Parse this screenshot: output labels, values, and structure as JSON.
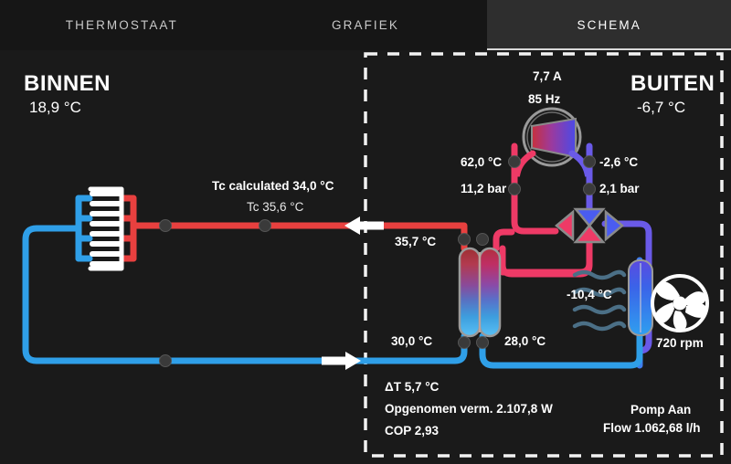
{
  "tabs": [
    {
      "label": "THERMOSTAAT",
      "active": false
    },
    {
      "label": "GRAFIEK",
      "active": false
    },
    {
      "label": "SCHEMA",
      "active": true
    }
  ],
  "indoor": {
    "title": "BINNEN",
    "temperature": "18,9 °C"
  },
  "outdoor": {
    "title": "BUITEN",
    "temperature": "-6,7 °C"
  },
  "compressor": {
    "current": "7,7 A",
    "frequency": "85 Hz"
  },
  "refrigerant": {
    "discharge_temp": "62,0 °C",
    "discharge_pressure": "11,2 bar",
    "suction_temp": "-2,6 °C",
    "suction_pressure": "2,1 bar",
    "evaporator_temp": "-10,4 °C"
  },
  "water": {
    "flow_temp_label": "35,7 °C",
    "return_temp_label": "30,0 °C",
    "hx_out_temp": "28,0 °C",
    "tc_calculated": "Tc calculated 34,0 °C",
    "tc_actual": "Tc 35,6 °C"
  },
  "fan": {
    "speed": "720 rpm"
  },
  "stats": {
    "delta_t": "ΔT 5,7 °C",
    "power": "Opgenomen verm. 2.107,8 W",
    "cop": "COP 2,93"
  },
  "pump": {
    "status": "Pomp Aan",
    "flow": "Flow 1.062,68 l/h"
  },
  "colors": {
    "background": "#1a1a1a",
    "tab_active_bg": "#2e2e2e",
    "hot_pipe": "#e8403f",
    "hot_refrigerant": "#ee3a66",
    "cold_pipe": "#2f9fe8",
    "cold_refrigerant": "#5a5ae8",
    "text": "#ffffff",
    "dashed_border": "#f2f2f2"
  }
}
